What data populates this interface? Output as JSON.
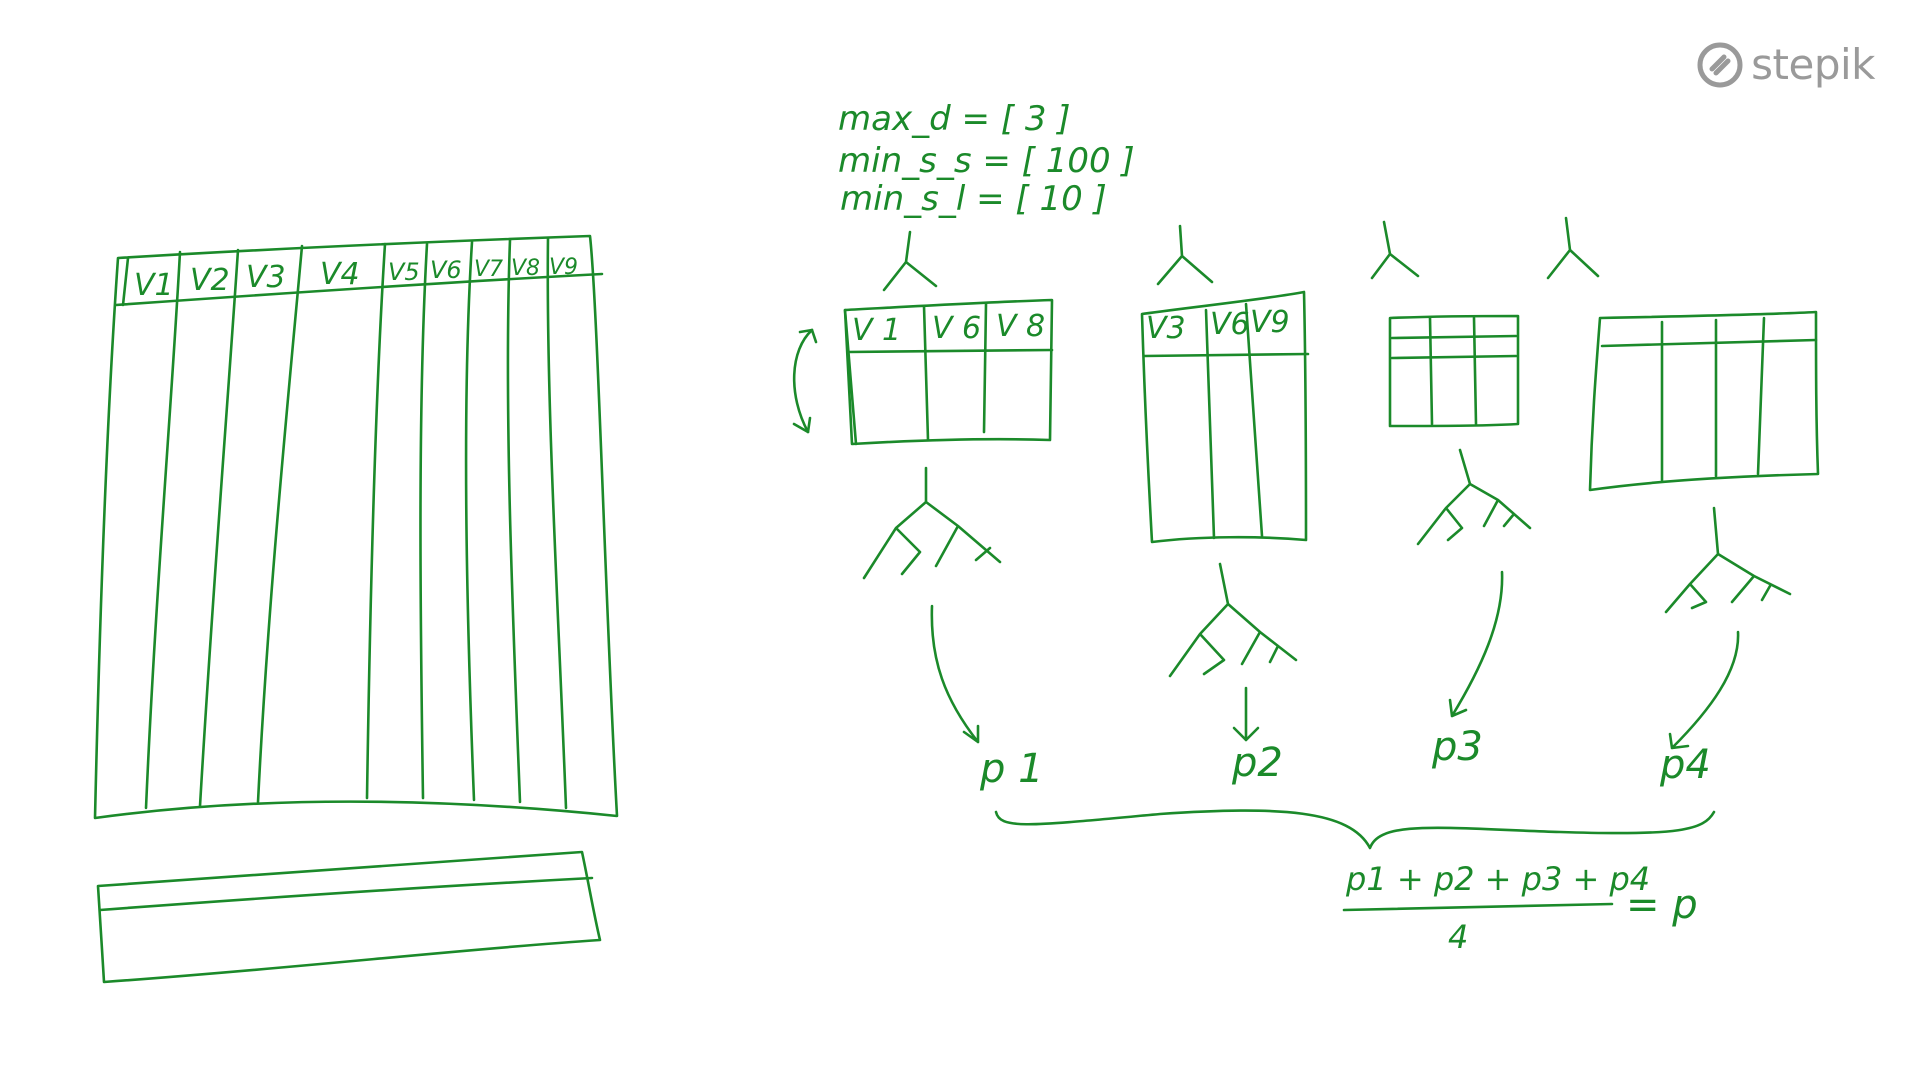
{
  "ink_color": "#1b8a2a",
  "logo": {
    "text": "stepik",
    "color": "#9a9a9a",
    "icon": "stepik-logo-icon"
  },
  "big_table": {
    "headers": [
      "V1",
      "V2",
      "V3",
      "V4",
      "V5",
      "V6",
      "V7",
      "V8",
      "V9"
    ]
  },
  "params": {
    "max_d": "max_d = [ 3 ]",
    "min_s_s": "min_s_s = [ 100 ]",
    "min_s_l": "min_s_l = [ 10 ]"
  },
  "subset1": {
    "headers": [
      "V 1",
      "V 6",
      "V 8"
    ]
  },
  "subset2": {
    "headers": [
      "V3",
      "V6",
      "V9"
    ]
  },
  "predictions": [
    "p 1",
    "p2",
    "p3",
    "p4"
  ],
  "formula": {
    "numerator": "p1 + p2 + p3 + p4",
    "denominator": "4",
    "result": "= p"
  }
}
